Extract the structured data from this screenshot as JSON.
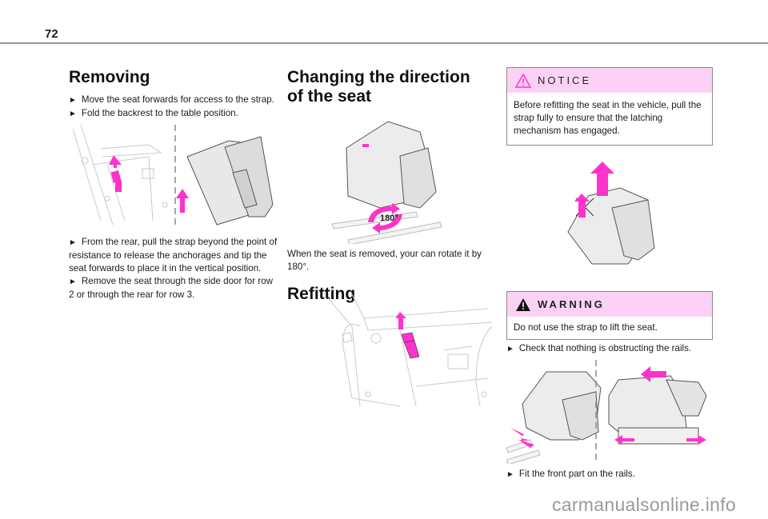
{
  "page": {
    "number": "72"
  },
  "col1": {
    "heading": "Removing",
    "bullets_top": [
      "Move the seat forwards for access to the strap.",
      "Fold the backrest to the table position."
    ],
    "bullets_bottom": [
      "From the rear, pull the strap beyond the point of resistance to release the anchorages and tip the seat forwards to place it in the vertical position.",
      "Remove the seat through the side door for row 2 or through the rear for row 3."
    ]
  },
  "col2": {
    "heading": "Changing the direction of the seat",
    "rotation_label": "180°",
    "body": "When the seat is removed, your can rotate it by 180°.",
    "heading2": "Refitting"
  },
  "col3": {
    "notice": {
      "title": "NOTICE",
      "icon": "warning-triangle-outline-icon",
      "body": "Before refitting the seat in the vehicle, pull the strap fully to ensure that the latching mechanism has engaged."
    },
    "warning": {
      "title": "WARNING",
      "icon": "warning-triangle-filled-icon",
      "body": "Do not use the strap to lift the seat."
    },
    "bullet1": "Check that nothing is obstructing the rails.",
    "bullet2": "Fit the front part on the rails."
  },
  "bullet_glyph": "►",
  "colors": {
    "accent_magenta": "#ff33cc",
    "callout_header": "#fbd2f6",
    "rule": "#8f9a99"
  },
  "watermark": "carmanualsonline.info"
}
